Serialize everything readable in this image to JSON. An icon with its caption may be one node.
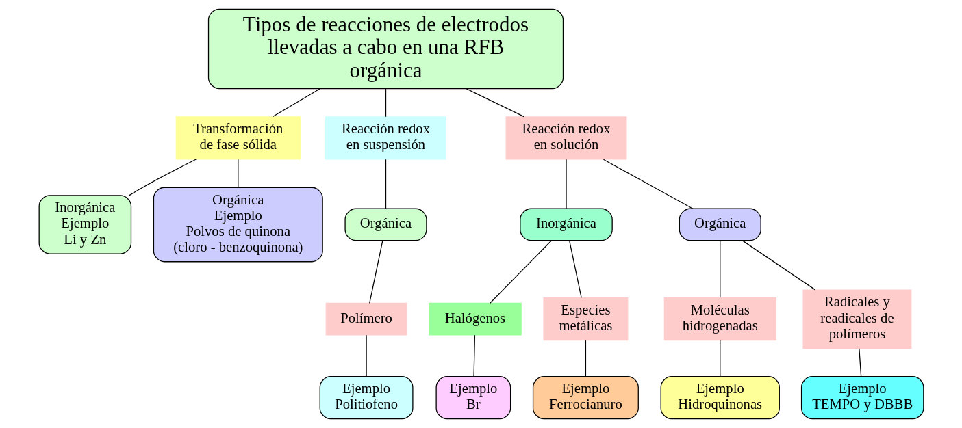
{
  "diagram": {
    "nodes": [
      {
        "text": [
          "Tipos de reacciones de electrodos llevadas a cabo en una RFB orgánica"
        ]
      },
      {
        "text": [
          "Transformación de fase sólida"
        ]
      },
      {
        "text": [
          "Inorgánica",
          "Ejemplo",
          "Li y Zn"
        ]
      },
      {
        "text": [
          "Orgánica",
          "Ejemplo",
          "Polvos de quinona",
          "(cloro - benzoquinona)"
        ]
      },
      {
        "text": [
          "Reacción redox en suspensión"
        ]
      },
      {
        "text": [
          "Orgánica"
        ]
      },
      {
        "text": [
          "Polímero"
        ]
      },
      {
        "text": [
          "Ejemplo",
          "Politiofeno"
        ]
      },
      {
        "text": [
          "Reacción redox en solución"
        ]
      },
      {
        "text": [
          "Inorgánica"
        ]
      },
      {
        "text": [
          "Halógenos"
        ]
      },
      {
        "text": [
          "Ejemplo",
          "Br"
        ]
      },
      {
        "text": [
          "Especies metálicas"
        ]
      },
      {
        "text": [
          "Ejemplo",
          "Ferrocianuro"
        ]
      },
      {
        "text": [
          "Orgánica"
        ]
      },
      {
        "text": [
          "Moléculas hidrogenadas"
        ]
      },
      {
        "text": [
          "Ejemplo",
          "Hidroquinonas"
        ]
      },
      {
        "text": [
          "Radicales y readicales de polímeros"
        ]
      },
      {
        "text": [
          "Ejemplo",
          "TEMPO y DBBB"
        ]
      }
    ],
    "edges": [
      {
        "from": 0,
        "to": 1,
        "arrow": "none"
      },
      {
        "from": 1,
        "to": 2,
        "arrow": "none"
      },
      {
        "from": 1,
        "to": 3,
        "arrow": "none"
      },
      {
        "from": 0,
        "to": 8,
        "arrow": "none"
      },
      {
        "from": 8,
        "to": 9,
        "arrow": "none"
      },
      {
        "from": 9,
        "to": 10,
        "arrow": "none"
      },
      {
        "from": 10,
        "to": 11,
        "arrow": "none"
      },
      {
        "from": 9,
        "to": 12,
        "arrow": "none"
      },
      {
        "from": 12,
        "to": 13,
        "arrow": "none"
      },
      {
        "from": 8,
        "to": 14,
        "arrow": "none"
      },
      {
        "from": 14,
        "to": 15,
        "arrow": "none"
      },
      {
        "from": 15,
        "to": 16,
        "arrow": "none"
      },
      {
        "from": 14,
        "to": 17,
        "arrow": "none"
      },
      {
        "from": 17,
        "to": 18,
        "arrow": "none"
      },
      {
        "from": 0,
        "to": 4,
        "arrow": "none"
      },
      {
        "from": 4,
        "to": 5,
        "arrow": "none"
      },
      {
        "from": 5,
        "to": 6,
        "arrow": "none"
      },
      {
        "from": 6,
        "to": 7,
        "arrow": "none"
      }
    ]
  }
}
